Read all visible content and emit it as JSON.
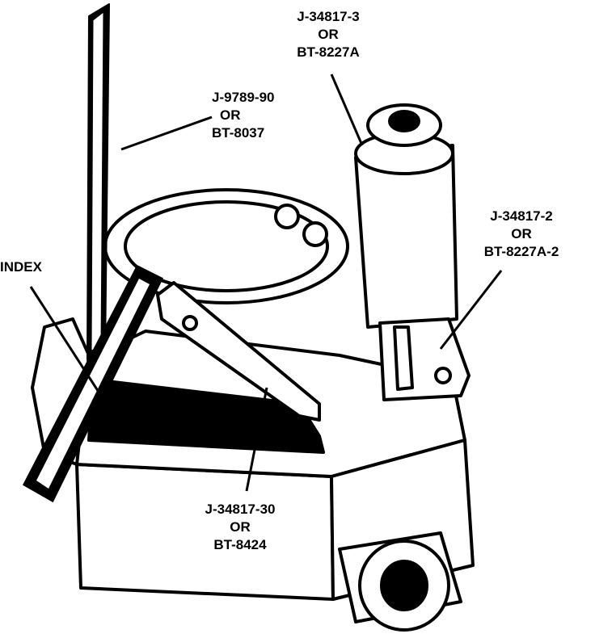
{
  "colors": {
    "ink": "#000000",
    "paper": "#ffffff"
  },
  "callouts": {
    "tool_top": {
      "line1": "J-34817-3",
      "line2": "OR",
      "line3": "BT-8227A"
    },
    "rod": {
      "line1": "J-9789-90",
      "line2": "OR",
      "line3": "BT-8037"
    },
    "bracket": {
      "line1": "J-34817-2",
      "line2": "OR",
      "line3": "BT-8227A-2"
    },
    "index": {
      "line1": "INDEX"
    },
    "lever": {
      "line1": "J-34817-30",
      "line2": "OR",
      "line3": "BT-8424"
    }
  }
}
